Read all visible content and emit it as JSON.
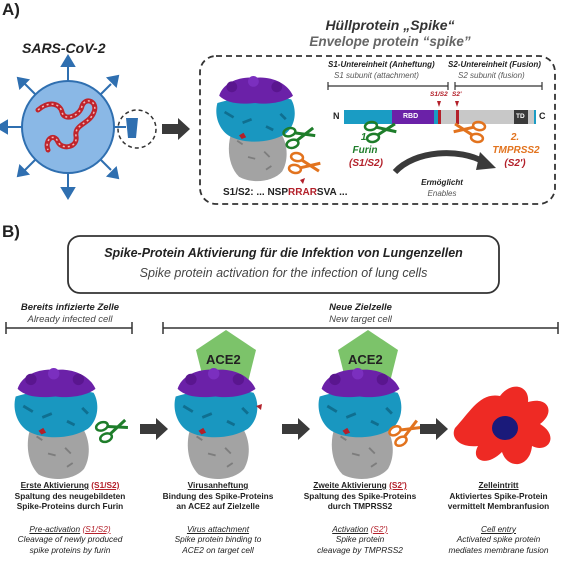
{
  "panel_a": {
    "label": "A)",
    "virus_name": "SARS-CoV-2",
    "spike_title_de": "Hüllprotein „Spike“",
    "spike_title_en": "Envelope protein “spike”",
    "s1_de": "S1-Untereinheit (Anheftung)",
    "s1_en": "S1 subunit (attachment)",
    "s2_de": "S2-Untereinheit (Fusion)",
    "s2_en": "S2 subunit (fusion)",
    "n_term": "N",
    "c_term": "C",
    "rbd": "RBD",
    "td": "TD",
    "site_s1s2": "S1/S2",
    "site_s2p": "S2'",
    "furin_num": "1.",
    "furin_name": "Furin",
    "furin_site": "(S1/S2)",
    "tmprss_num": "2.",
    "tmprss_name": "TMPRSS2",
    "tmprss_site": "(S2')",
    "enables_de": "Ermöglicht",
    "enables_en": "Enables",
    "seq_prefix": "S1/S2: ... NSP",
    "seq_red": "RRAR",
    "seq_suffix": "SVA ..."
  },
  "panel_b": {
    "label": "B)",
    "title_de": "Spike-Protein Aktivierung für die Infektion von Lungenzellen",
    "title_en": "Spike protein activation for the infection of lung cells",
    "infected_de": "Bereits infizierte Zelle",
    "infected_en": "Already infected cell",
    "target_de": "Neue Zielzelle",
    "target_en": "New target cell",
    "ace2": "ACE2",
    "steps": [
      {
        "title_de": "Erste Aktivierung",
        "tag": "(S1/S2)",
        "desc_de_1": "Spaltung des neugebildeten",
        "desc_de_2": "Spike-Proteins durch Furin",
        "title_en": "Pre-activation",
        "tag_en": "(S1/S2)",
        "desc_en_1": "Cleavage of newly produced",
        "desc_en_2": "spike proteins by furin"
      },
      {
        "title_de": "Virusanheftung",
        "desc_de_1": "Bindung des Spike-Proteins",
        "desc_de_2": "an ACE2 auf Zielzelle",
        "title_en": "Virus attachment",
        "desc_en_1": "Spike protein binding to",
        "desc_en_2": "ACE2 on target cell"
      },
      {
        "title_de": "Zweite Aktivierung",
        "tag": "(S2')",
        "desc_de_1": "Spaltung des Spike-Proteins",
        "desc_de_2": "durch TMPRSS2",
        "title_en": "Activation",
        "tag_en": "(S2')",
        "desc_en_1": "Spike protein",
        "desc_en_2": "cleavage by TMPRSS2"
      },
      {
        "title_de": "Zelleintritt",
        "desc_de_1": "Aktiviertes Spike-Protein",
        "desc_de_2": "vermittelt Membranfusion",
        "title_en": "Cell entry",
        "desc_en_1": "Activated spike protein",
        "desc_en_2": "mediates membrane fusion"
      }
    ]
  },
  "colors": {
    "purple": "#6a1fa8",
    "teal": "#1a9cc4",
    "gray": "#a6a6a6",
    "red": "#b3202a",
    "green": "#1e7d2a",
    "orange": "#e2731e",
    "ace2": "#7cc36a",
    "virus_blue": "#8ab8e6",
    "cell_red": "#ee2a24"
  }
}
